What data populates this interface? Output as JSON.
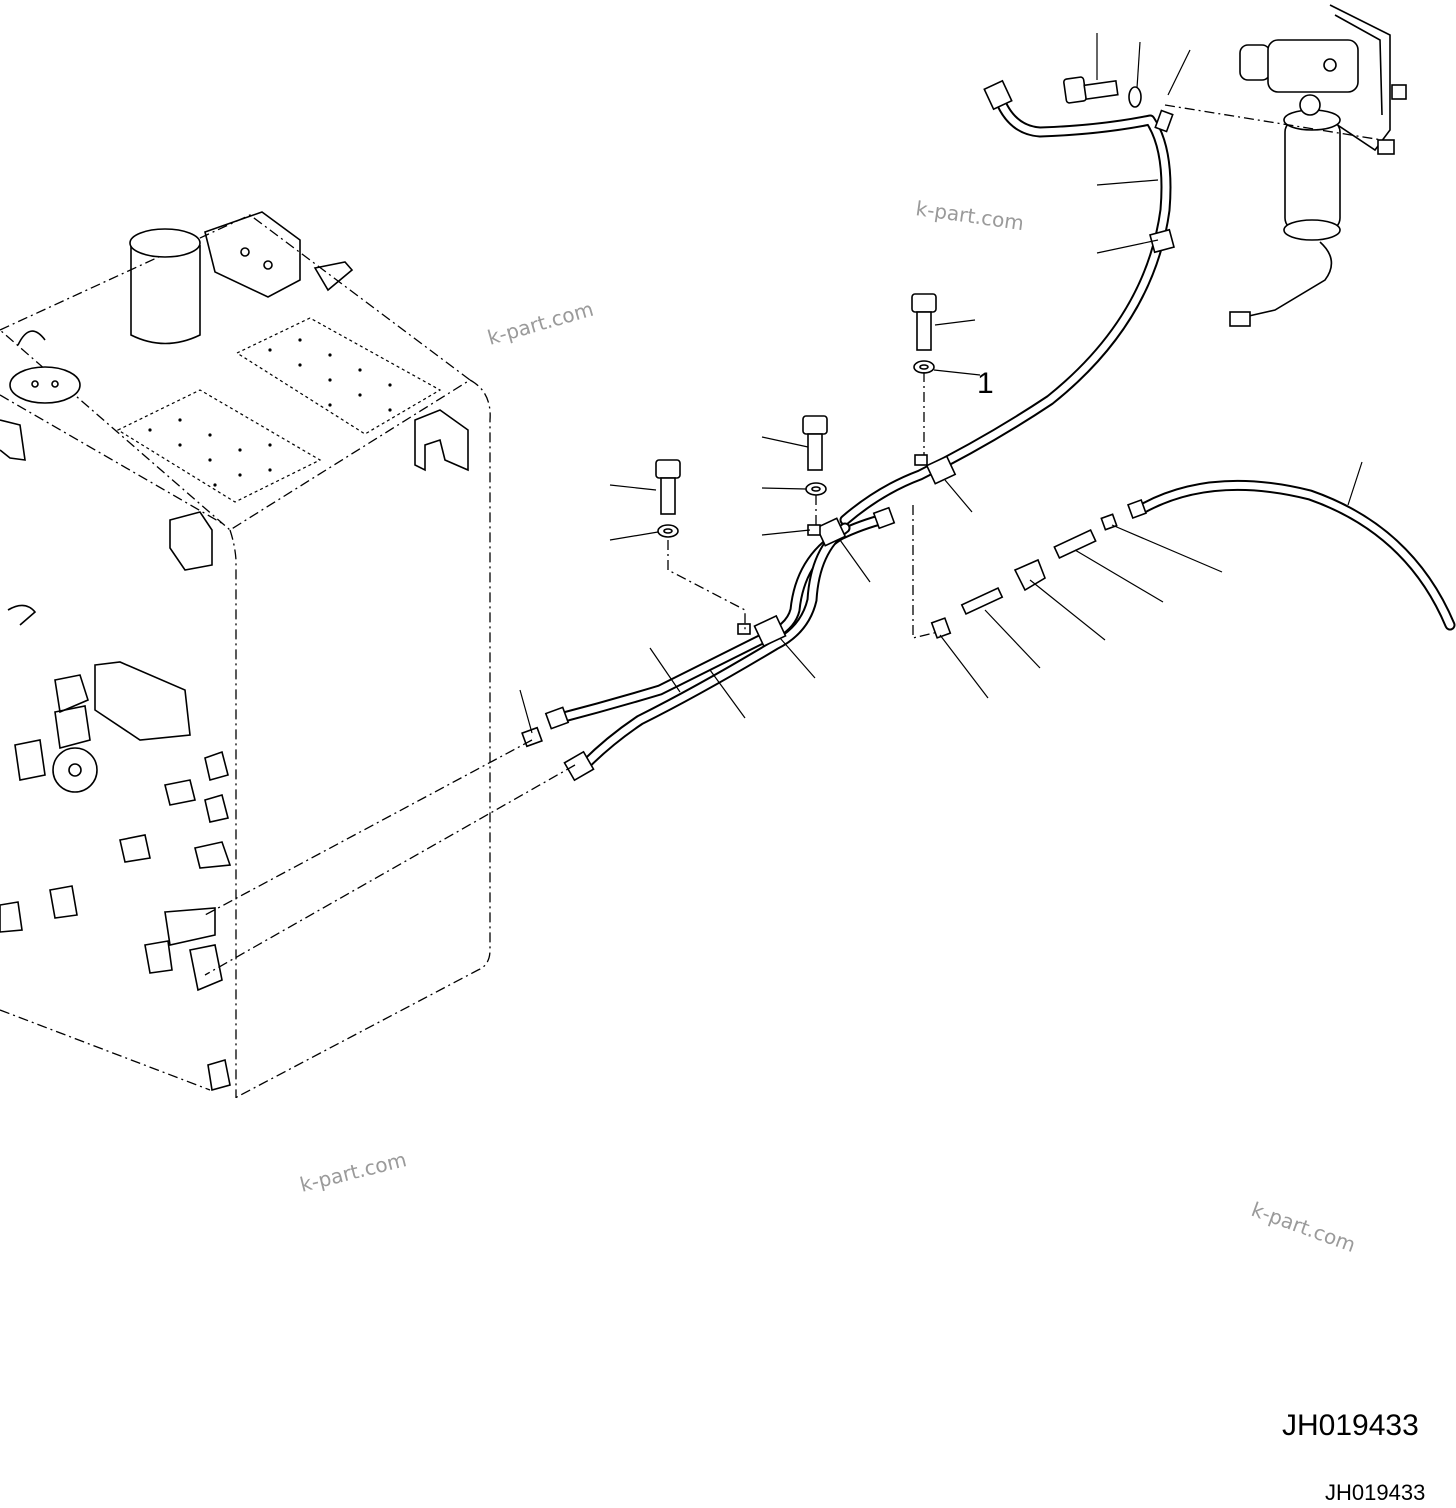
{
  "drawing": {
    "code_large": "JH019433",
    "code_small": "JH019433",
    "callout_1": "1"
  },
  "watermarks": [
    "k-part.com",
    "k-part.com",
    "k-part.com",
    "k-part.com"
  ],
  "colors": {
    "line": "#000000",
    "watermark": "#9a9a9a",
    "background": "#ffffff"
  }
}
